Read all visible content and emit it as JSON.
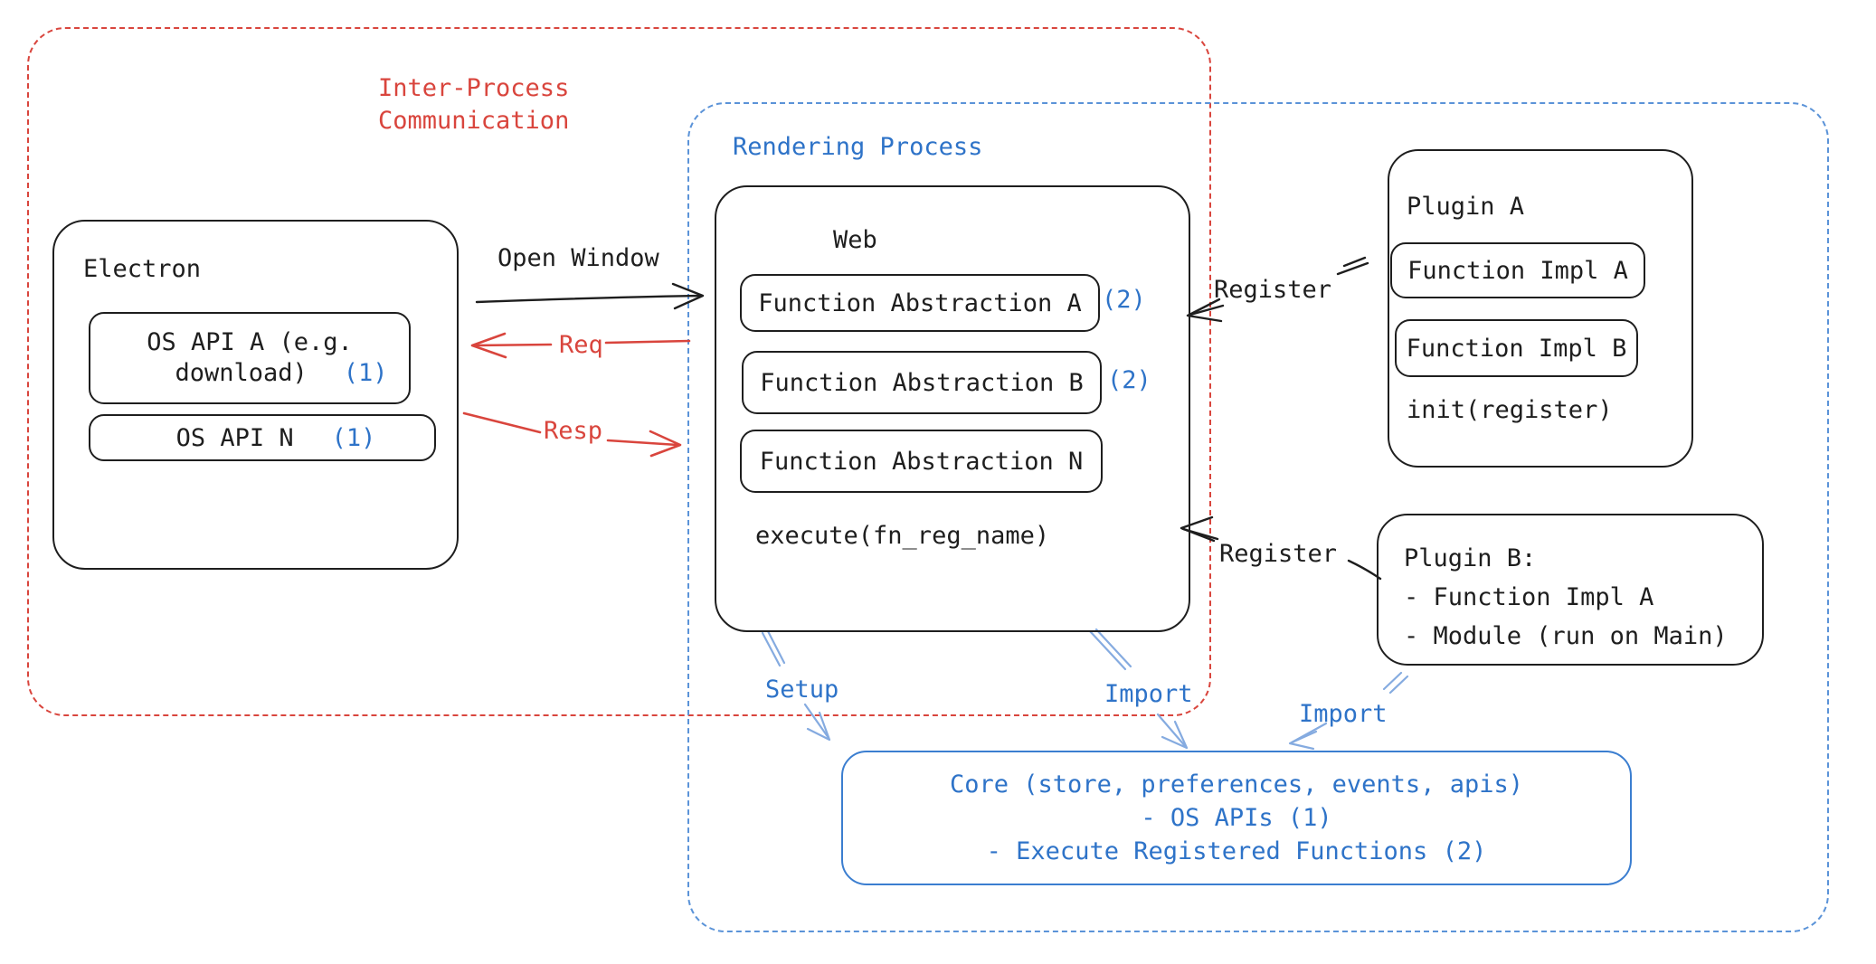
{
  "groups": {
    "ipc": {
      "label_lines": [
        "Inter-Process",
        "Communication"
      ],
      "color": "#d9453d"
    },
    "rendering": {
      "label": "Rendering Process",
      "color": "#2e73c8"
    }
  },
  "electron": {
    "title": "Electron",
    "api_a": {
      "line1": "OS API A (e.g.",
      "line2": "download)",
      "badge": "(1)"
    },
    "api_n": {
      "label": "OS API N",
      "badge": "(1)"
    }
  },
  "web": {
    "title": "Web",
    "abstractions": [
      {
        "label": "Function Abstraction A",
        "badge": "(2)"
      },
      {
        "label": "Function Abstraction B",
        "badge": "(2)"
      },
      {
        "label": "Function Abstraction N",
        "badge": ""
      }
    ],
    "footer": "execute(fn_reg_name)"
  },
  "plugin_a": {
    "title": "Plugin A",
    "impls": [
      "Function Impl A",
      "Function Impl B"
    ],
    "footer": "init(register)"
  },
  "plugin_b": {
    "lines": [
      "Plugin B:",
      "- Function Impl A",
      "- Module (run on Main)"
    ]
  },
  "core": {
    "lines": [
      "Core (store, preferences, events, apis)",
      "- OS APIs (1)",
      "- Execute Registered Functions (2)"
    ]
  },
  "labels": {
    "open_window": "Open Window",
    "req": "Req",
    "resp": "Resp",
    "register_plugin_a": "Register",
    "register_plugin_b": "Register",
    "setup": "Setup",
    "import_web": "Import",
    "import_plugin_b": "Import"
  },
  "colors": {
    "stroke": "#1e1e1e",
    "red": "#d9453d",
    "blue_text": "#2e73c8",
    "blue_dash": "#5b93d8",
    "blue_arrow": "#85abe0",
    "core_border": "#3b7ed0"
  }
}
